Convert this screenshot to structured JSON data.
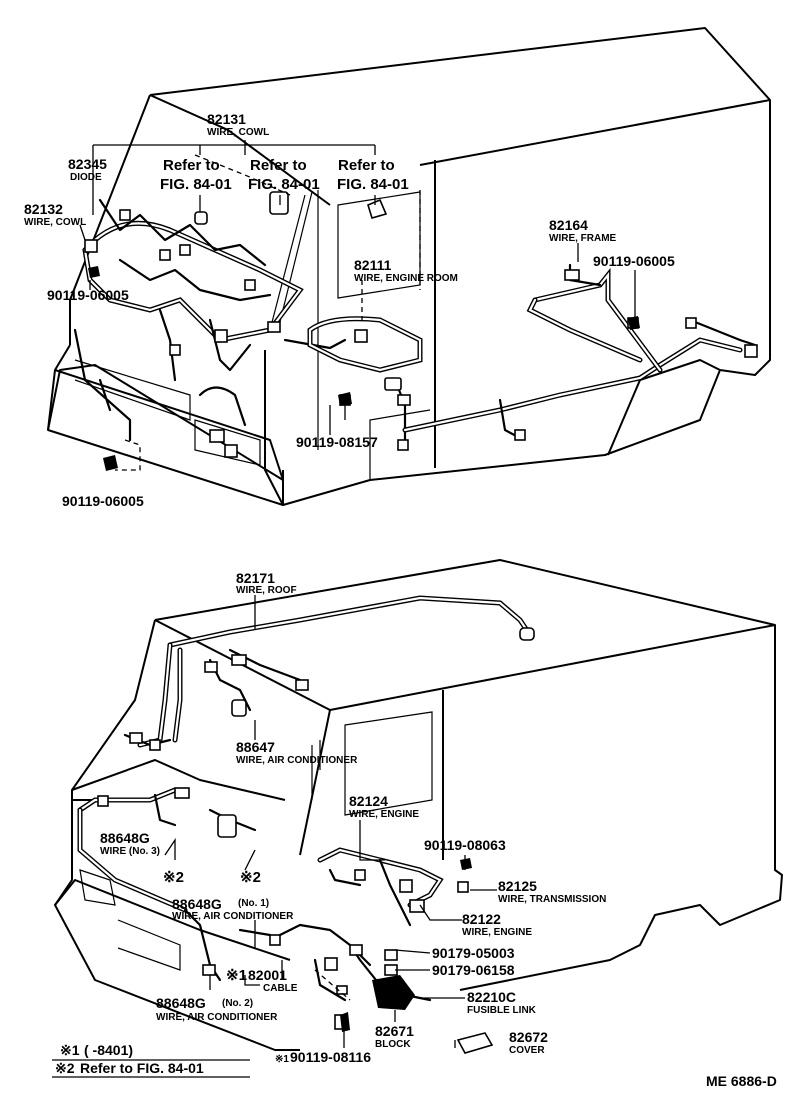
{
  "top": {
    "wire_cowl_82131": {
      "part": "82131",
      "name": "WIRE, COWL"
    },
    "diode": {
      "part": "82345",
      "name": "DIODE"
    },
    "wire_cowl_82132": {
      "part": "82132",
      "name": "WIRE, COWL"
    },
    "refer_a": {
      "line1": "Refer to",
      "line2": "FIG. 84-01"
    },
    "refer_b": {
      "line1": "Refer to",
      "line2": "FIG. 84-01"
    },
    "refer_c": {
      "line1": "Refer to",
      "line2": "FIG. 84-01"
    },
    "wire_frame": {
      "part": "82164",
      "name": "WIRE, FRAME"
    },
    "bolt_right": {
      "part": "90119-06005"
    },
    "wire_engine_room": {
      "part": "82111",
      "name": "WIRE, ENGINE ROOM"
    },
    "bolt_left": {
      "part": "90119-06005"
    },
    "bolt_08157": {
      "part": "90119-08157"
    },
    "bolt_bottom": {
      "part": "90119-06005"
    }
  },
  "bottom": {
    "wire_roof": {
      "part": "82171",
      "name": "WIRE, ROOF"
    },
    "wire_ac_88647": {
      "part": "88647",
      "name": "WIRE, AIR CONDITIONER"
    },
    "wire_engine_82124": {
      "part": "82124",
      "name": "WIRE, ENGINE"
    },
    "bolt_08063": {
      "part": "90119-08063"
    },
    "wire_transmission": {
      "part": "82125",
      "name": "WIRE, TRANSMISSION"
    },
    "wire_no3": {
      "part": "88648G",
      "name": "WIRE (No. 3)"
    },
    "mark2_left": {
      "text": "※2"
    },
    "mark2_right": {
      "text": "※2"
    },
    "wire_ac_no1": {
      "part": "88648G",
      "sub": "(No. 1)",
      "name": "WIRE, AIR CONDITIONER"
    },
    "wire_engine_82122": {
      "part": "82122",
      "name": "WIRE, ENGINE"
    },
    "bolt_05003": {
      "part": "90179-05003"
    },
    "cable": {
      "mark": "※1",
      "part": "82001",
      "name": "CABLE"
    },
    "bolt_06158": {
      "part": "90179-06158"
    },
    "fusible_link": {
      "part": "82210C",
      "name": "FUSIBLE LINK"
    },
    "wire_ac_no2": {
      "part": "88648G",
      "sub": "(No. 2)",
      "name": "WIRE, AIR CONDITIONER"
    },
    "block": {
      "part": "82671",
      "name": "BLOCK"
    },
    "cover": {
      "part": "82672",
      "name": "COVER"
    },
    "bolt_08116": {
      "mark": "※1",
      "part": "90119-08116"
    }
  },
  "footnotes": {
    "note1_mark": "※1",
    "note1_text": "(     -8401)",
    "note2_mark": "※2",
    "note2_text": "Refer to FIG. 84-01"
  },
  "figure_code": "ME 6886-D"
}
